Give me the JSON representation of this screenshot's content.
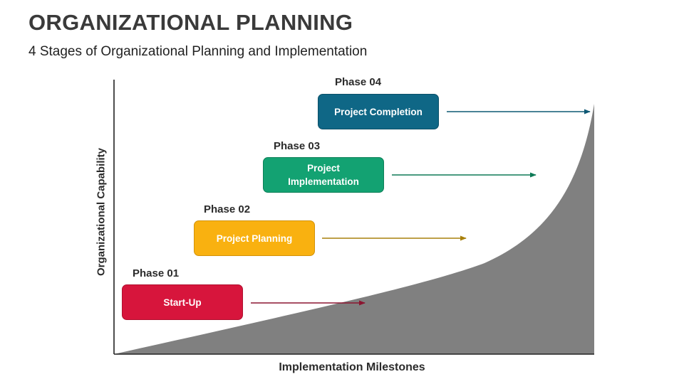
{
  "header": {
    "title": "ORGANIZATIONAL PLANNING",
    "subtitle": "4 Stages of Organizational Planning and Implementation"
  },
  "axes": {
    "y_label": "Organizational Capability",
    "x_label": "Implementation Milestones"
  },
  "phases": [
    {
      "label": "Phase 01",
      "name": "Start-Up",
      "color": "#d7153c",
      "border": "#b0102f"
    },
    {
      "label": "Phase 02",
      "name": "Project Planning",
      "color": "#f9b110",
      "border": "#d2920a"
    },
    {
      "label": "Phase 03",
      "name": "Project Implementation",
      "color": "#13a272",
      "border": "#0d7f58"
    },
    {
      "label": "Phase 04",
      "name": "Project Completion",
      "color": "#0f6786",
      "border": "#0b4f68"
    }
  ],
  "curve": {
    "fill": "#808080"
  },
  "axis_color": "#222222"
}
